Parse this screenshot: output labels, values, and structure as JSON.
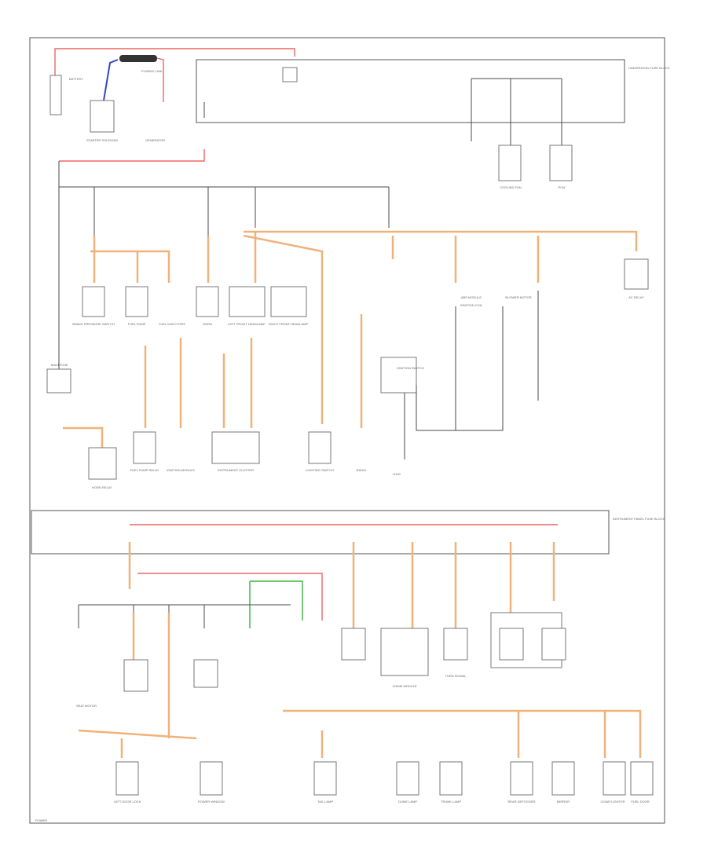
{
  "diagram": {
    "corner_label": "POWER",
    "top_fuse_block_label": "UNDERHOOD FUSE BLOCK",
    "bottom_fuse_block_label": "INSTRUMENT PANEL FUSE BLOCK",
    "battery_label": "BATTERY",
    "starter_label": "STARTER SOLENOID",
    "fusible_link_label": "FUSIBLE LINK",
    "generator_label": "GENERATOR",
    "maxi_fuse_label": "MAXI FUSE",
    "relay_label": "IGNITION SWITCH",
    "ground_label": "G100",
    "components_top": [
      "BRAKE PRESSURE SWITCH",
      "FUEL PUMP",
      "FUEL INJECTORS",
      "HORN",
      "LEFT FRONT HEADLAMP",
      "RIGHT FRONT HEADLAMP",
      "ABS MODULE",
      "IGNITION COIL",
      "BLOWER MOTOR",
      "AC RELAY",
      "COOLING FAN",
      "PCM"
    ],
    "components_mid": [
      "FUEL PUMP RELAY",
      "HORN RELAY",
      "IGNITION MODULE",
      "LIGHTING SWITCH",
      "INSTRUMENT CLUSTER",
      "RADIO"
    ],
    "components_bottom": [
      "LEFT DOOR LOCK",
      "POWER WINDOW",
      "SEAT MOTOR",
      "TAIL LAMP",
      "DOME LAMP",
      "TRUNK LAMP",
      "REAR DEFOGGER",
      "MIRROR",
      "CIGAR LIGHTER",
      "FUEL DOOR",
      "CHIME MODULE",
      "TURN SIGNAL"
    ]
  }
}
